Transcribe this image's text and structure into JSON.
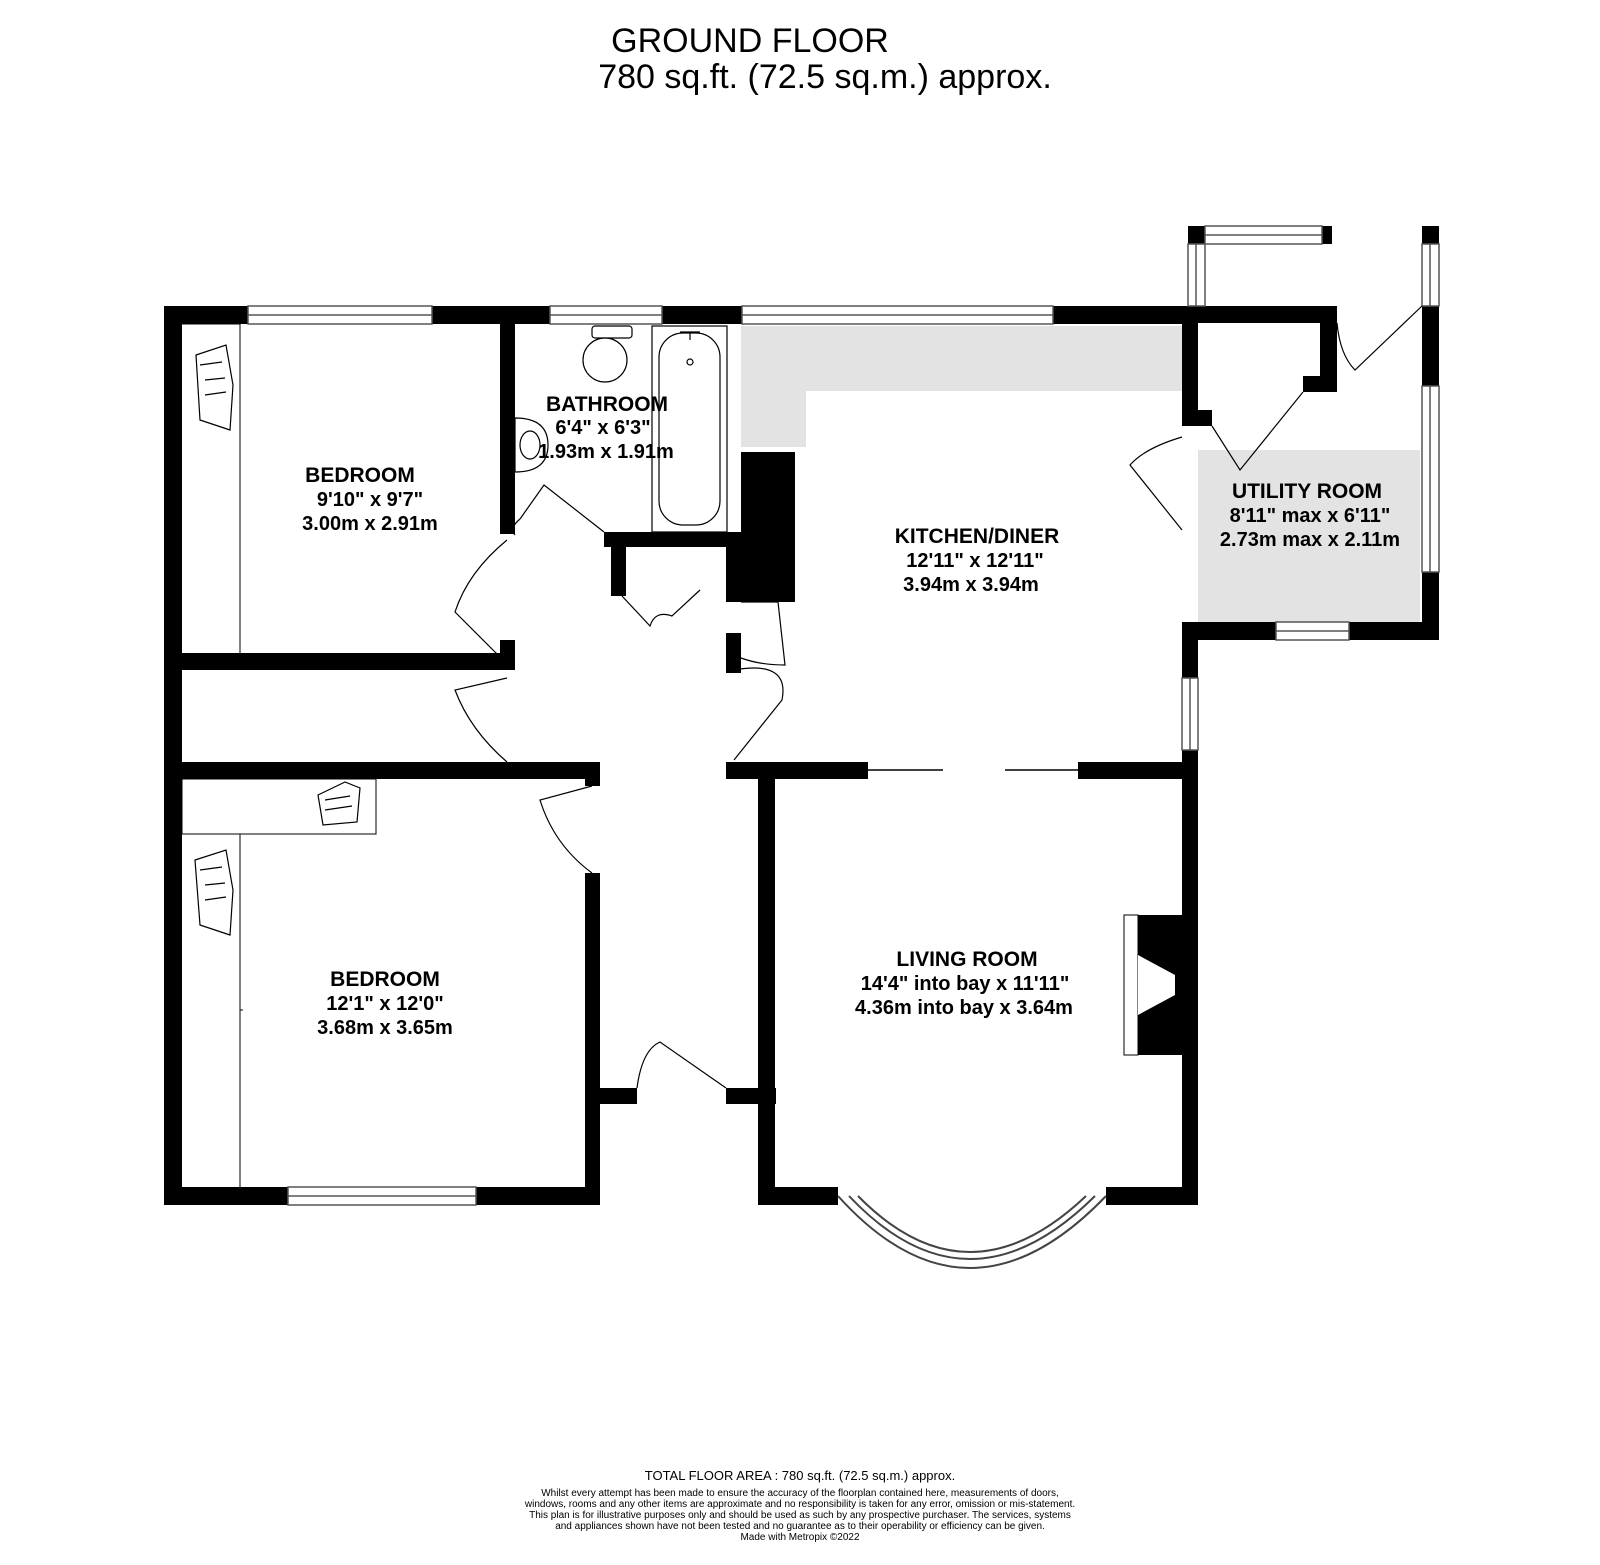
{
  "header": {
    "floor_title": "GROUND FLOOR",
    "floor_area": "780 sq.ft. (72.5 sq.m.) approx."
  },
  "rooms": {
    "bedroom_1": {
      "name": "BEDROOM",
      "imperial": "9'10\"  x 9'7\"",
      "metric": "3.00m  x 2.91m"
    },
    "bathroom": {
      "name": "BATHROOM",
      "imperial": "6'4\"  x 6'3\"",
      "metric": "1.93m  x 1.91m"
    },
    "kitchen_diner": {
      "name": "KITCHEN/DINER",
      "imperial": "12'11\"  x 12'11\"",
      "metric": "3.94m  x 3.94m"
    },
    "utility_room": {
      "name": "UTILITY ROOM",
      "imperial": "8'11\" max x 6'11\"",
      "metric": "2.73m max x 2.11m"
    },
    "bedroom_2": {
      "name": "BEDROOM",
      "imperial": "12'1\"  x 12'0\"",
      "metric": "3.68m  x 3.65m"
    },
    "living_room": {
      "name": "LIVING ROOM",
      "imperial": "14'4\" into bay x 11'11\"",
      "metric": "4.36m into bay x 3.64m"
    }
  },
  "footer": {
    "total_area": "TOTAL FLOOR AREA : 780 sq.ft. (72.5 sq.m.) approx.",
    "disclaimer": "Whilst every attempt has been made to ensure the accuracy of the floorplan contained here, measurements of doors, windows, rooms and any other items are approximate and no responsibility is taken for any error, omission or mis-statement. This plan is for illustrative purposes only and should be used as such by any prospective purchaser. The services, systems and appliances shown have not been tested and no guarantee as to their operability or efficiency can be given.",
    "made_with": "Made with Metropix ©2022"
  },
  "colors": {
    "wall": "#000000",
    "worktop": "#e3e3e3",
    "window_line": "#777777",
    "background": "#ffffff"
  }
}
